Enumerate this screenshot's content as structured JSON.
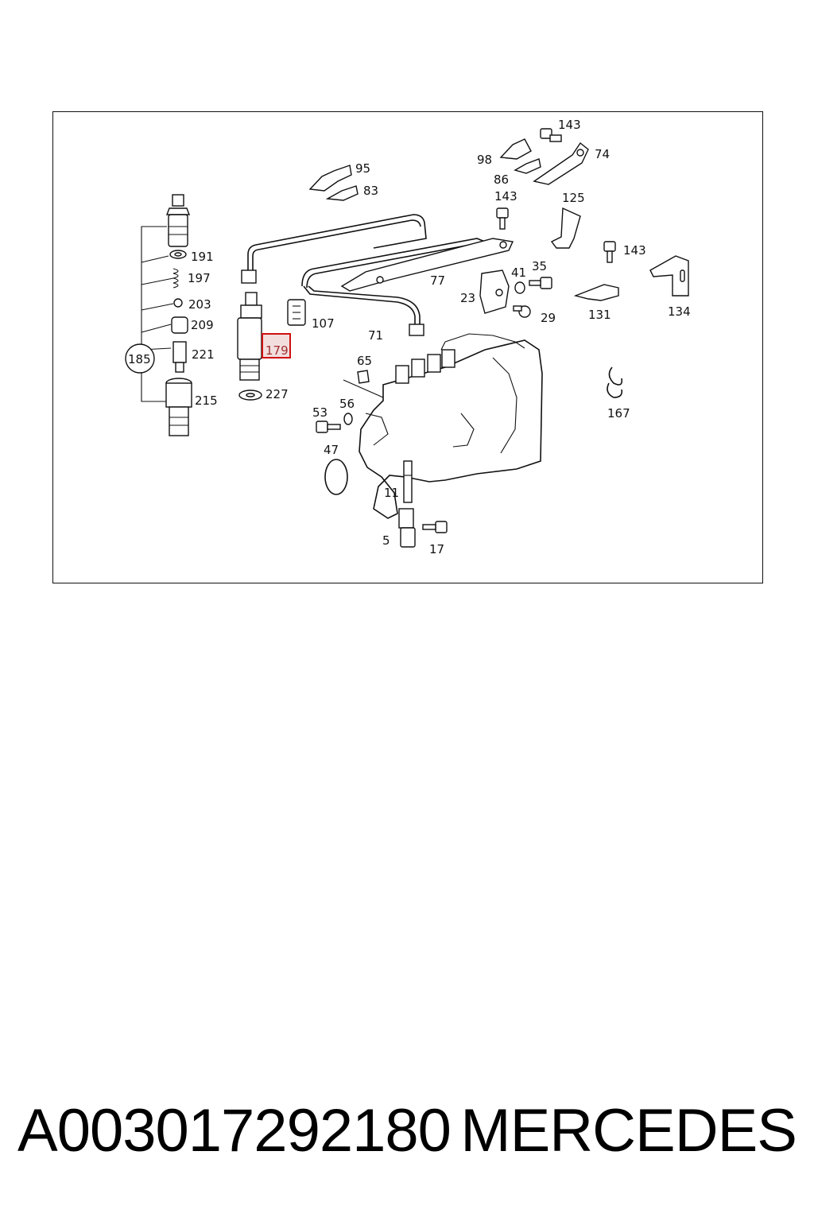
{
  "diagram": {
    "highlight_color": "#d01010",
    "highlighted_part": "179",
    "labels": {
      "p143a": "143",
      "p98": "98",
      "p74": "74",
      "p86": "86",
      "p95": "95",
      "p83": "83",
      "p143b": "143",
      "p125": "125",
      "p191": "191",
      "p197": "197",
      "p203": "203",
      "p209": "209",
      "p221": "221",
      "p185": "185",
      "p215": "215",
      "p227": "227",
      "p179": "179",
      "p107": "107",
      "p77": "77",
      "p71": "71",
      "p41": "41",
      "p35": "35",
      "p23": "23",
      "p29": "29",
      "p143c": "143",
      "p131": "131",
      "p134": "134",
      "p65": "65",
      "p53": "53",
      "p56": "56",
      "p47": "47",
      "p11": "11",
      "p5": "5",
      "p17": "17",
      "p167": "167"
    }
  },
  "footer": {
    "part_number": "A003017292180",
    "brand": "MERCEDES"
  }
}
